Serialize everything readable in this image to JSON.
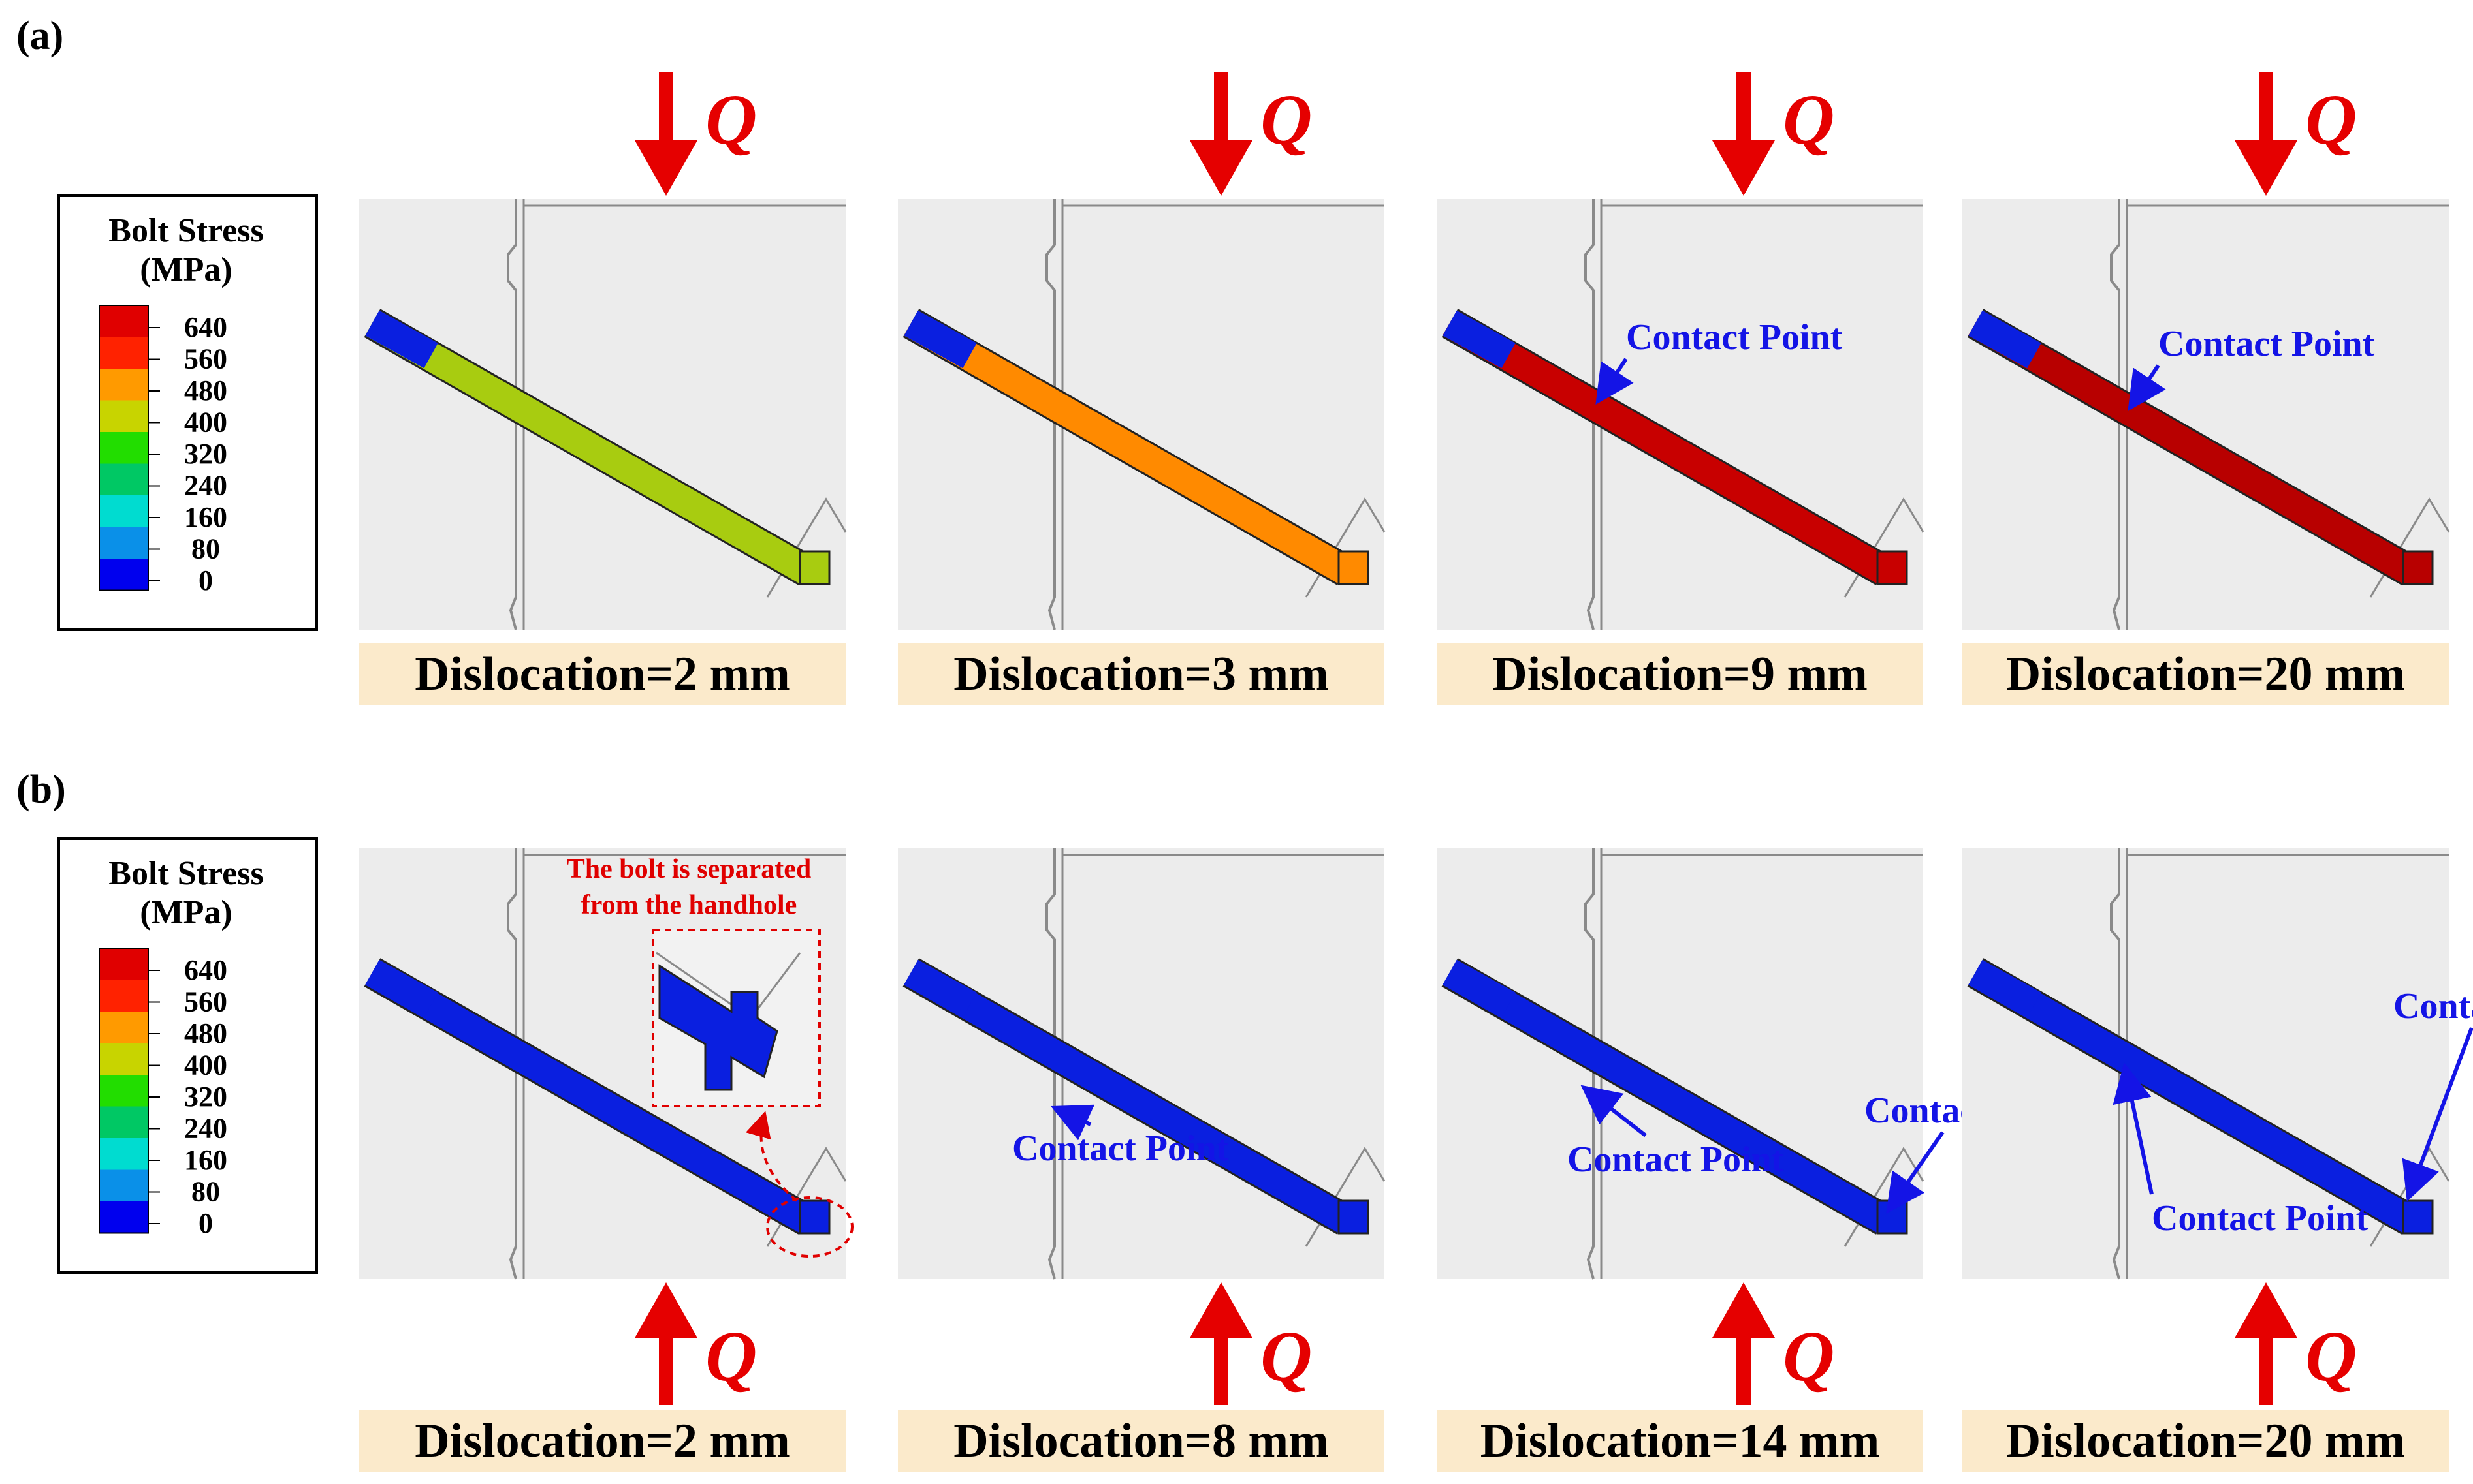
{
  "colors": {
    "arrow": "#e50000",
    "contact_label": "#1414e6",
    "note_label": "#e00000",
    "label_bg": "#fbeacb",
    "panel_bg": "#ececec",
    "outline": "#8a8a8a",
    "bolt_blue": "#0a1fe0"
  },
  "legend": {
    "title_line1": "Bolt Stress",
    "title_line2": "(MPa)",
    "ticks": [
      "640",
      "560",
      "480",
      "400",
      "320",
      "240",
      "160",
      "80",
      "0"
    ],
    "bands": [
      "#e00000",
      "#ff2200",
      "#ff9a00",
      "#c8d400",
      "#22dd00",
      "#00c864",
      "#00dcd0",
      "#0a90e8",
      "#0000ee"
    ]
  },
  "load_symbol": "Q",
  "rows": [
    {
      "label": "(a)",
      "load_direction": "down",
      "panels": [
        {
          "caption": "Dislocation=2 mm",
          "bolt_color": "#a8cc10",
          "annotations": []
        },
        {
          "caption": "Dislocation=3 mm",
          "bolt_color": "#ff8a00",
          "annotations": []
        },
        {
          "caption": "Dislocation=9 mm",
          "bolt_color": "#c80000",
          "annotations": [
            "Contact Point"
          ]
        },
        {
          "caption": "Dislocation=20 mm",
          "bolt_color": "#b80000",
          "annotations": [
            "Contact Point"
          ]
        }
      ]
    },
    {
      "label": "(b)",
      "load_direction": "up",
      "panels": [
        {
          "caption": "Dislocation=2 mm",
          "bolt_color": "#0a1fe0",
          "annotations": [
            "The bolt is separated",
            "from the handhole"
          ]
        },
        {
          "caption": "Dislocation=8 mm",
          "bolt_color": "#0a1fe0",
          "annotations": [
            "Contact Point"
          ]
        },
        {
          "caption": "Dislocation=14 mm",
          "bolt_color": "#0a1fe0",
          "annotations": [
            "Contact Point",
            "Contact Point"
          ]
        },
        {
          "caption": "Dislocation=20 mm",
          "bolt_color": "#0a1fe0",
          "annotations": [
            "Contact Point",
            "Contact Point"
          ]
        }
      ]
    }
  ]
}
